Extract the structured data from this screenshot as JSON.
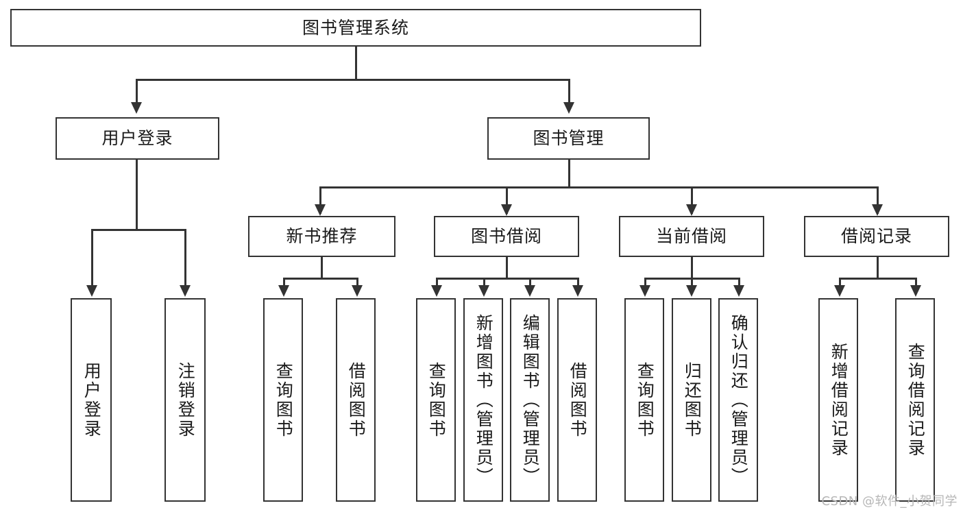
{
  "diagram": {
    "title": "图书管理系统",
    "watermark": "CSDN @软件_小贺同学",
    "root": {
      "label": "图书管理系统"
    },
    "level2": [
      {
        "label": "用户登录"
      },
      {
        "label": "图书管理"
      }
    ],
    "level3": [
      {
        "label": "新书推荐"
      },
      {
        "label": "图书借阅"
      },
      {
        "label": "当前借阅"
      },
      {
        "label": "借阅记录"
      }
    ],
    "leaves": [
      {
        "label": "用户登录",
        "parent": "用户登录"
      },
      {
        "label": "注销登录",
        "parent": "用户登录"
      },
      {
        "label": "查询图书",
        "parent": "新书推荐"
      },
      {
        "label": "借阅图书",
        "parent": "新书推荐"
      },
      {
        "label": "查询图书",
        "parent": "图书借阅"
      },
      {
        "label": "新增图书（管理员）",
        "parent": "图书借阅"
      },
      {
        "label": "编辑图书（管理员）",
        "parent": "图书借阅"
      },
      {
        "label": "借阅图书",
        "parent": "图书借阅"
      },
      {
        "label": "查询图书",
        "parent": "当前借阅"
      },
      {
        "label": "归还图书",
        "parent": "当前借阅"
      },
      {
        "label": "确认归还（管理员）",
        "parent": "当前借阅"
      },
      {
        "label": "新增借阅记录",
        "parent": "借阅记录"
      },
      {
        "label": "查询借阅记录",
        "parent": "借阅记录"
      }
    ],
    "colors": {
      "stroke": "#333333",
      "fill": "#ffffff",
      "text": "#1a1a1a",
      "watermark": "#b6b6b6"
    }
  }
}
